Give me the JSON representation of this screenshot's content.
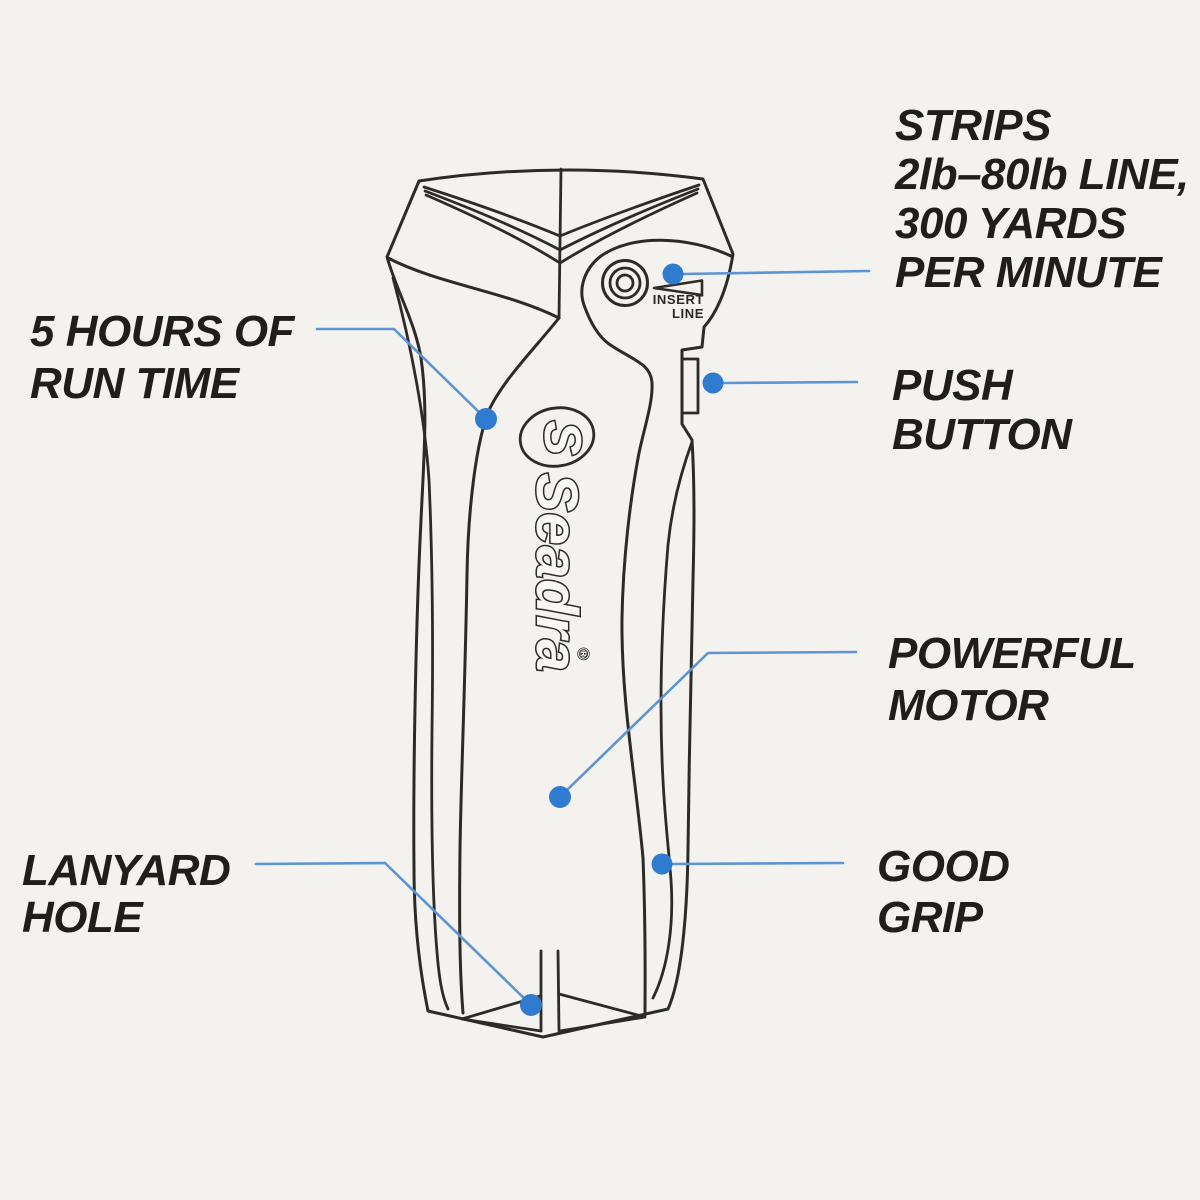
{
  "device": {
    "brand": "Seadra",
    "emblem_letter": "S",
    "registered_mark": "®",
    "insert_line_label": [
      "INSERT",
      "LINE"
    ]
  },
  "callouts": {
    "strips": {
      "lines": [
        "STRIPS",
        "2lb–80lb LINE,",
        "300 YARDS",
        "PER MINUTE"
      ]
    },
    "run_time": {
      "lines": [
        "5 HOURS OF",
        "RUN TIME"
      ]
    },
    "push_button": {
      "lines": [
        "PUSH",
        "BUTTON"
      ]
    },
    "powerful_motor": {
      "lines": [
        "POWERFUL",
        "MOTOR"
      ]
    },
    "good_grip": {
      "lines": [
        "GOOD",
        "GRIP"
      ]
    },
    "lanyard_hole": {
      "lines": [
        "LANYARD",
        "HOLE"
      ]
    }
  },
  "colors": {
    "background": "#f3f2ef",
    "ink": "#2e2b27",
    "label_text": "#1f1e1b",
    "accent_dot_blue": "#2e7bcf",
    "accent_line_blue": "#5e93d4"
  }
}
